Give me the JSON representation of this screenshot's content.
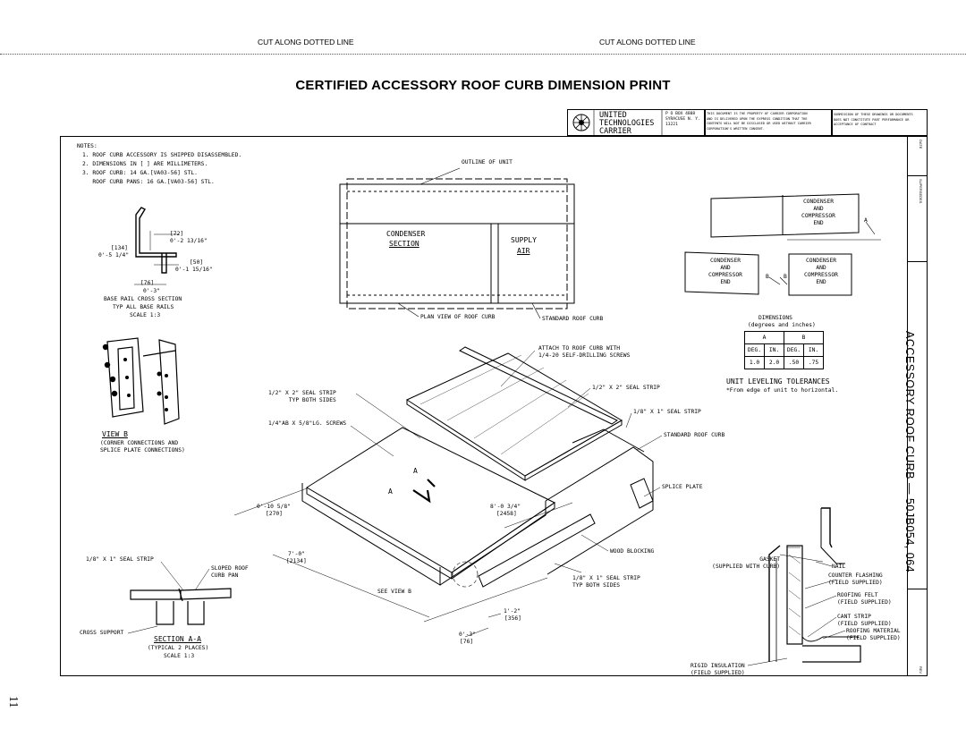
{
  "header": {
    "cut_left": "CUT ALONG DOTTED LINE",
    "cut_right": "CUT ALONG DOTTED LINE",
    "title": "CERTIFIED ACCESSORY ROOF CURB DIMENSION PRINT"
  },
  "title_block": {
    "company_line1": "UNITED",
    "company_line2": "TECHNOLOGIES",
    "company_line3": "CARRIER",
    "address": "P O BOX 4808\nSYRACUSE N. Y.\n13221",
    "property_note": "THIS DOCUMENT IS THE PROPERTY OF CARRIER CORPORATION\nAND IS DELIVERED UPON THE EXPRESS CONDITION THAT THE\nCONTENTS WILL NOT BE DISCLOSED OR USED WITHOUT CARRIER\nCORPORATION'S WRITTEN CONSENT.",
    "submission_note": "SUBMISSION OF THESE DRAWINGS OR DOCUMENTS\nDOES NOT CONSTITUTE PART PERFORMANCE OR\nACCEPTANCE OF CONTRACT"
  },
  "sidebar": {
    "date": "DATE",
    "supersedes": "SUPERSEDES",
    "rev": "REV",
    "vertical_title": "ACCESSORY ROOF CURB — 50JB054, 064"
  },
  "notes": {
    "heading": "NOTES:",
    "items": [
      "1. ROOF CURB ACCESSORY IS SHIPPED DISASSEMBLED.",
      "2. DIMENSIONS IN [ ] ARE MILLIMETERS.",
      "3. ROOF CURB: 14 GA.[VA03-56] STL.",
      "   ROOF CURB PANS: 16 GA.[VA03-56] STL."
    ]
  },
  "base_rail": {
    "d72": "[72]",
    "d72_in": "0'-2 13/16\"",
    "d134": "[134]",
    "d134_in": "0'-5 1/4\"",
    "d50": "[50]",
    "d50_in": "0'-1 15/16\"",
    "d76": "[76]",
    "d76_in": "0'-3\"",
    "caption1": "BASE RAIL CROSS SECTION",
    "caption2": "TYP ALL BASE RAILS",
    "caption3": "SCALE 1:3"
  },
  "plan": {
    "outline": "OUTLINE OF UNIT",
    "condenser1": "CONDENSER",
    "condenser2": "SECTION",
    "supply1": "SUPPLY",
    "supply2": "AIR",
    "plan_view": "PLAN VIEW OF ROOF CURB",
    "standard": "STANDARD ROOF CURB"
  },
  "level": {
    "top_box": "CONDENSER\nAND\nCOMPRESSOR\nEND",
    "left_box": "CONDENSER\nAND\nCOMPRESSOR\nEND",
    "right_box": "CONDENSER\nAND\nCOMPRESSOR\nEND",
    "a": "A",
    "b": "B",
    "dims_heading": "DIMENSIONS",
    "dims_sub": "(degrees and inches)",
    "table_head": [
      "A",
      "B"
    ],
    "table_sub": [
      "DEG.",
      "IN.",
      "DEG.",
      "IN."
    ],
    "table_row": [
      "1.0",
      "2.0",
      ".50",
      ".75"
    ],
    "tolerance_title": "UNIT LEVELING TOLERANCES",
    "tolerance_note": "*From edge of unit to horizontal."
  },
  "view_b": {
    "label": "VIEW B",
    "caption1": "(CORNER CONNECTIONS AND",
    "caption2": "SPLICE PLATE CONNECTIONS)"
  },
  "iso": {
    "attach": "ATTACH TO ROOF CURB WITH\n1/4-20 SELF-DRILLING SCREWS",
    "seal_top": "1/2\" X 2\" SEAL STRIP",
    "seal_left": "1/2\" X 2\" SEAL STRIP\n      TYP BOTH SIDES",
    "screws": "1/4\"AB X 5/8\"LG. SCREWS",
    "seal_1x8": "1/8\" X 1\" SEAL STRIP",
    "standard": "STANDARD ROOF CURB",
    "splice": "SPLICE PLATE",
    "d270_in": "0'-10 5/8\"",
    "d270": "[270]",
    "d2458_in": "8'-0 3/4\"",
    "d2458": "[2458]",
    "d2134_in": "7'-0\"",
    "d2134": "[2134]",
    "wood": "WOOD BLOCKING",
    "seal_bottom": "1/8\" X 1\" SEAL STRIP\nTYP BOTH SIDES",
    "see_view_b": "SEE VIEW B",
    "d356_in": "1'-2\"",
    "d356": "[356]",
    "d76_in": "0'-3\"",
    "d76": "[76]",
    "a": "A"
  },
  "section_aa": {
    "seal": "1/8\" X 1\" SEAL STRIP",
    "sloped": "SLOPED ROOF\nCURB PAN",
    "cross": "CROSS SUPPORT",
    "label": "SECTION A-A",
    "caption1": "(TYPICAL 2 PLACES)",
    "caption2": "SCALE 1:3"
  },
  "flashing": {
    "gasket": "GASKET\n(SUPPLIED WITH CURB)",
    "nail": "NAIL",
    "counter": "COUNTER FLASHING\n(FIELD SUPPLIED)",
    "felt": "ROOFING FELT\n(FIELD SUPPLIED)",
    "cant": "CANT STRIP\n(FIELD SUPPLIED)",
    "material": "ROOFING MATERIAL\n(FIELD SUPPLIED)",
    "insulation": "RIGID INSULATION\n(FIELD SUPPLIED)"
  },
  "page_number": "11"
}
